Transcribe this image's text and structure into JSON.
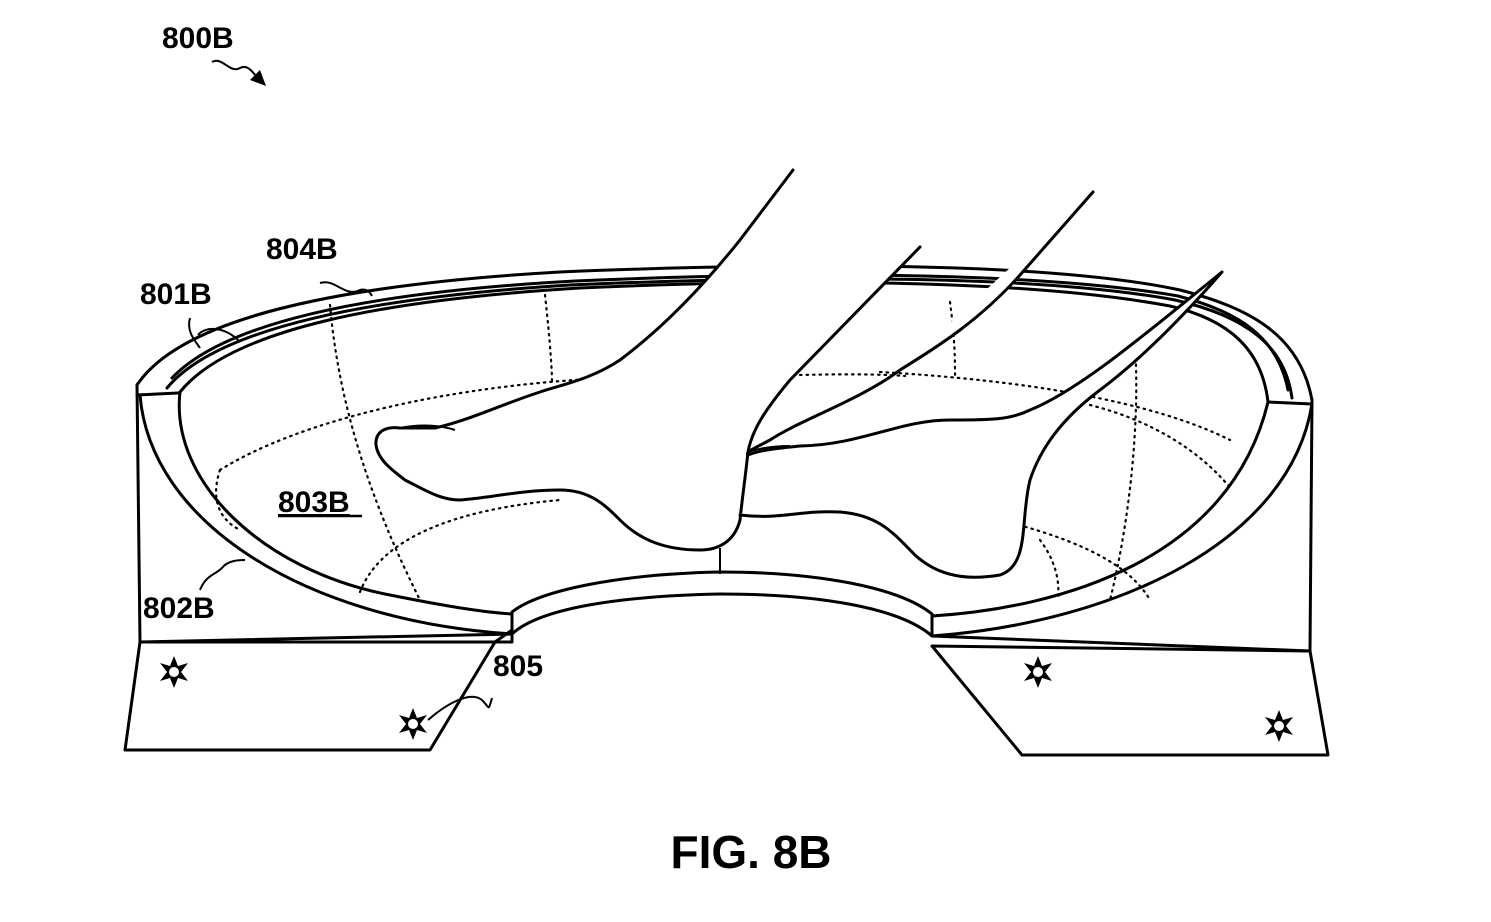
{
  "figure": {
    "ref_800B": "800B",
    "ref_801B": "801B",
    "ref_802B": "802B",
    "ref_803B": "803B",
    "ref_804B": "804B",
    "ref_805": "805",
    "caption": "FIG. 8B"
  },
  "icons": {
    "light_source": "light-source-icon"
  },
  "colors": {
    "line": "#000000",
    "background": "#ffffff"
  }
}
